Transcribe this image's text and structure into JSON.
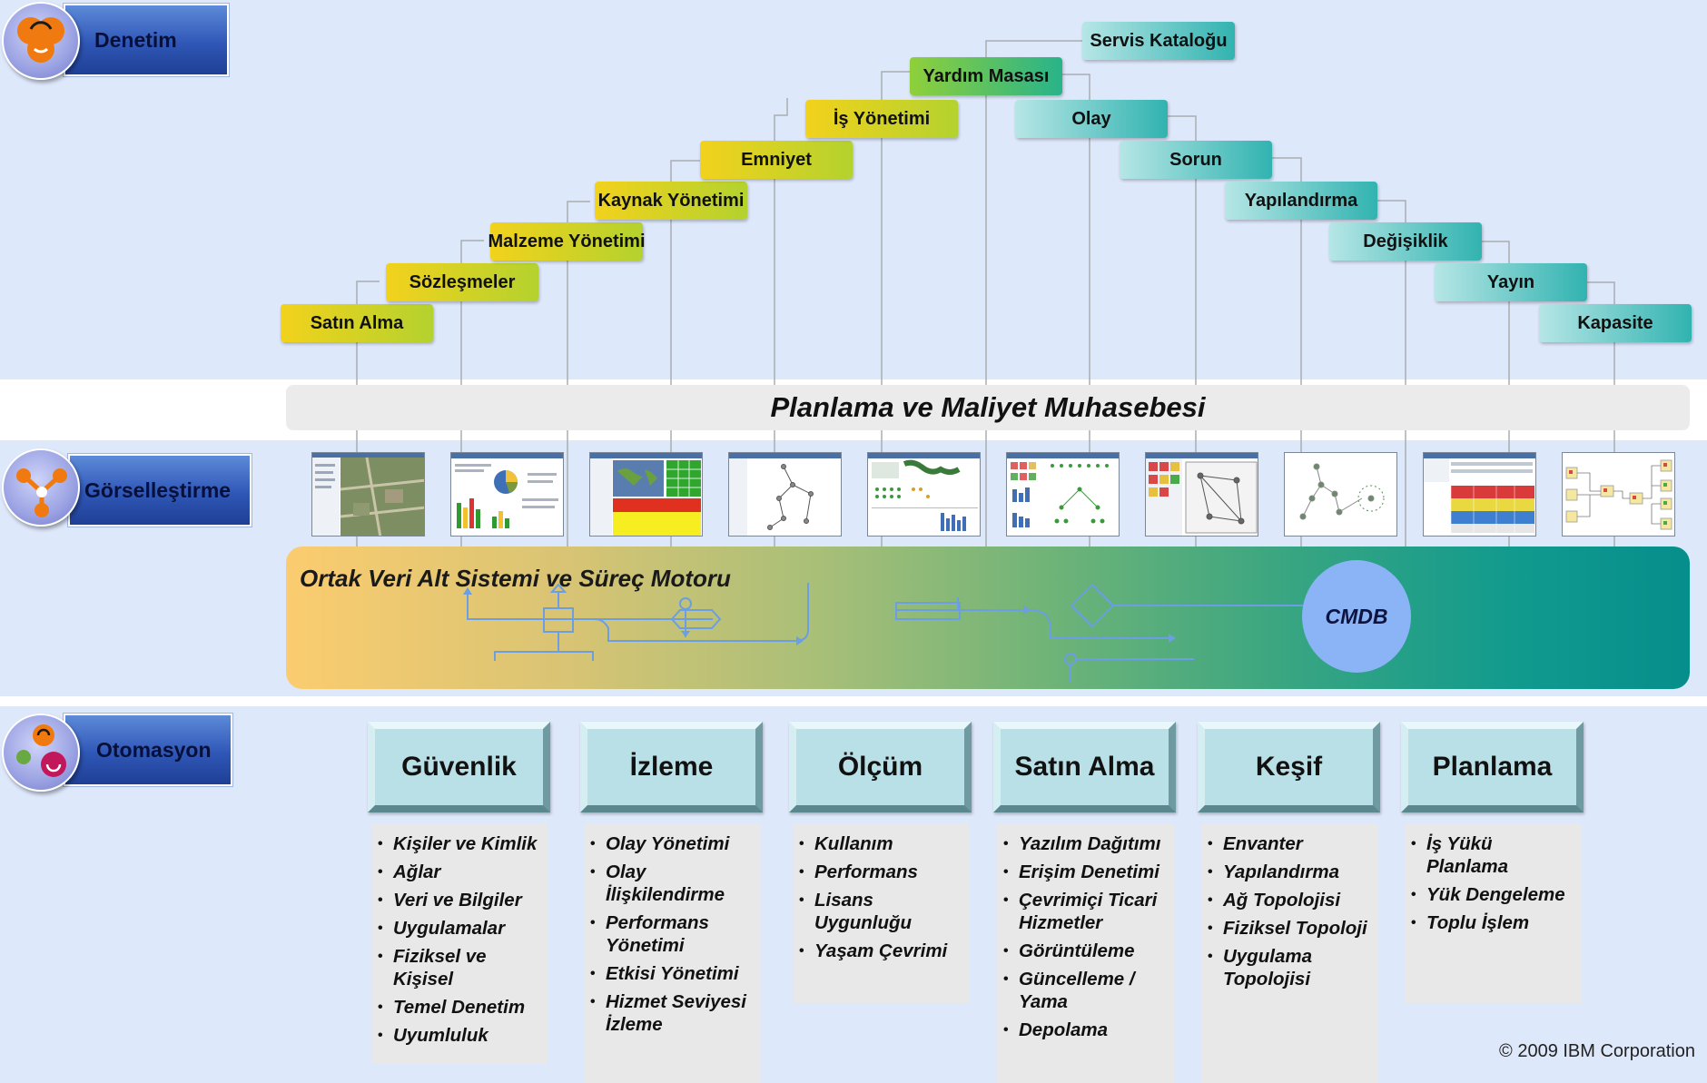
{
  "sections": {
    "governance": "Denetim",
    "visualization": "Görselleştirme",
    "automation": "Otomasyon"
  },
  "tree": {
    "left": [
      "Satın Alma",
      "Sözleşmeler",
      "Malzeme Yönetimi",
      "Kaynak Yönetimi",
      "Emniyet",
      "İş Yönetimi"
    ],
    "center": "Yardım Masası",
    "right": [
      "Servis Kataloğu",
      "Olay",
      "Sorun",
      "Yapılandırma",
      "Değişiklik",
      "Yayın",
      "Kapasite"
    ]
  },
  "planning_bar": "Planlama ve Maliyet Muhasebesi",
  "thumbnails": [
    "map-screenshot",
    "pie-chart-screenshot",
    "world-map-screenshot",
    "topology-screenshot",
    "dashboard-screenshot",
    "bar-chart-screenshot",
    "network-screenshot",
    "node-graph-screenshot",
    "color-table-screenshot",
    "workflow-screenshot"
  ],
  "engine": {
    "title": "Ortak Veri Alt Sistemi ve Süreç Motoru",
    "cmdb": "CMDB"
  },
  "categories": [
    {
      "title": "Güvenlik",
      "items": [
        "Kişiler ve Kimlik",
        "Ağlar",
        "Veri ve Bilgiler",
        "Uygulamalar",
        "Fiziksel ve Kişisel",
        "Temel Denetim",
        "Uyumluluk"
      ]
    },
    {
      "title": "İzleme",
      "items": [
        "Olay Yönetimi",
        "Olay İlişkilendirme",
        "Performans Yönetimi",
        "Etkisi Yönetimi",
        "Hizmet Seviyesi İzleme"
      ]
    },
    {
      "title": "Ölçüm",
      "items": [
        "Kullanım",
        "Performans",
        "Lisans Uygunluğu",
        "Yaşam Çevrimi"
      ]
    },
    {
      "title": "Satın Alma",
      "items": [
        "Yazılım Dağıtımı",
        "Erişim Denetimi",
        "Çevrimiçi Ticari Hizmetler",
        "Görüntüleme",
        "Güncelleme / Yama",
        "Depolama"
      ]
    },
    {
      "title": "Keşif",
      "items": [
        "Envanter",
        "Yapılandırma",
        "Ağ Topolojisi",
        "Fiziksel Topoloji",
        "Uygulama Topolojisi"
      ]
    },
    {
      "title": "Planlama",
      "items": [
        "İş Yükü Planlama",
        "Yük Dengeleme",
        "Toplu İşlem"
      ]
    }
  ],
  "copyright": "© 2009 IBM Corporation",
  "colors": {
    "band": "#dee8fb",
    "label_plate": "#2f57b7",
    "warm_start": "#f2d21c",
    "warm_end": "#b4d22e",
    "cool_start": "#b6e6e6",
    "cool_end": "#31b3b0",
    "cmdb": "#8ab4f5",
    "category_box": "#b9e0e6",
    "list_bg": "#e8e8e8"
  }
}
